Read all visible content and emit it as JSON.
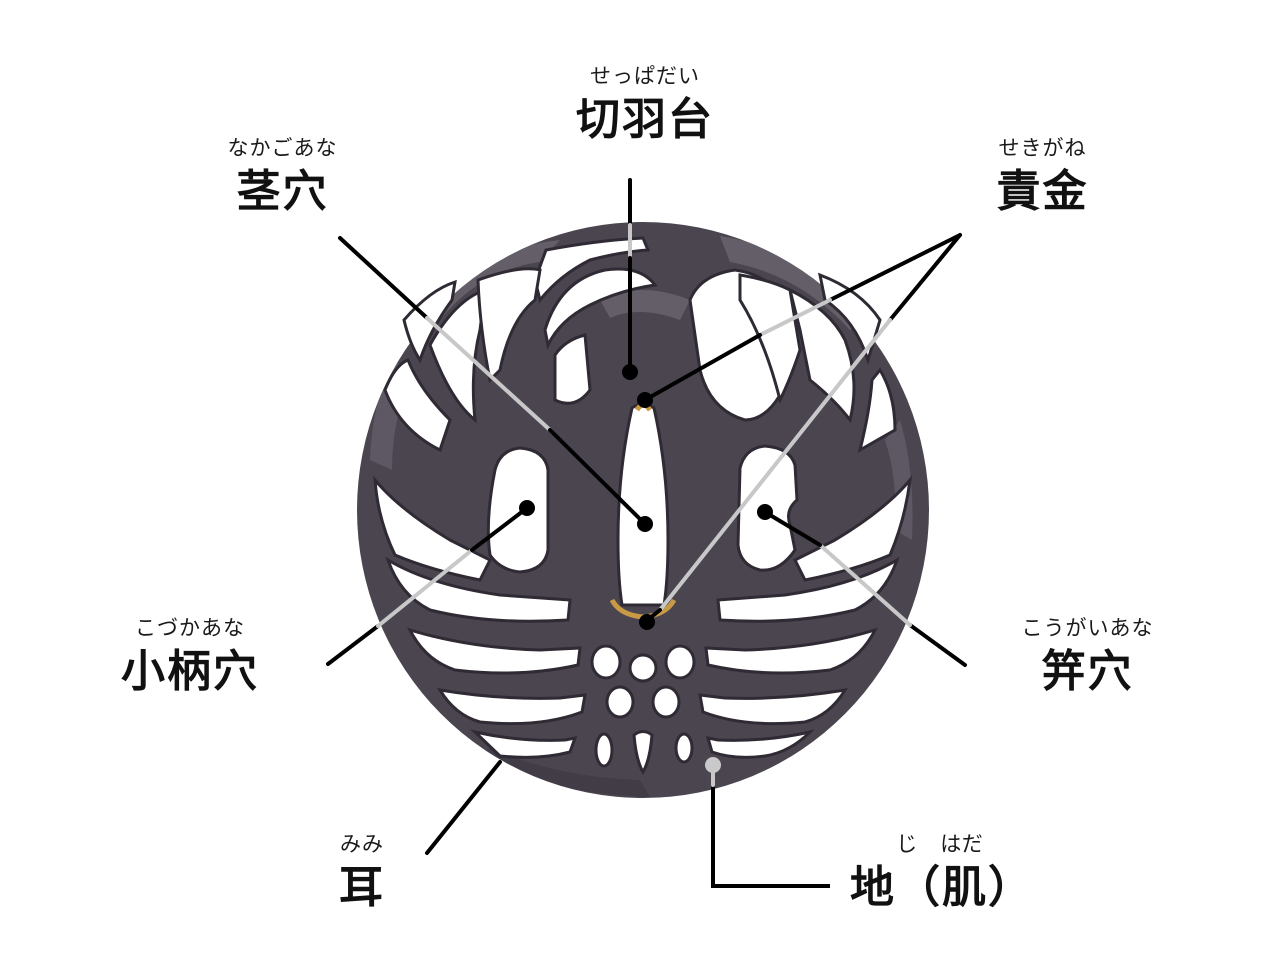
{
  "diagram": {
    "subject": "tsuba (Japanese sword guard) parts",
    "colors": {
      "background": "#ffffff",
      "metal": "#4b4550",
      "metal_light": "#6e6873",
      "metal_dark": "#2f2a33",
      "gold_seppa": "#c89a45",
      "leader_line_outside": "#000000",
      "leader_line_inside": "#c8c8c8",
      "dot_dark": "#000000",
      "dot_light": "#c9c9c9",
      "text": "#111111"
    }
  },
  "labels": {
    "seppadai": {
      "ruby": "せっぱだい",
      "kanji": "切羽台"
    },
    "nakagoana": {
      "ruby": "なかごあな",
      "kanji": "茎穴"
    },
    "sekigane": {
      "ruby": "せきがね",
      "kanji": "責金"
    },
    "kozukaana": {
      "ruby": "こづかあな",
      "kanji": "小柄穴"
    },
    "kougaiana": {
      "ruby": "こうがいあな",
      "kanji": "笄穴"
    },
    "mimi": {
      "ruby": "みみ",
      "kanji": "耳"
    },
    "jihada": {
      "ruby": "じ　はだ",
      "kanji": "地（肌）"
    }
  }
}
